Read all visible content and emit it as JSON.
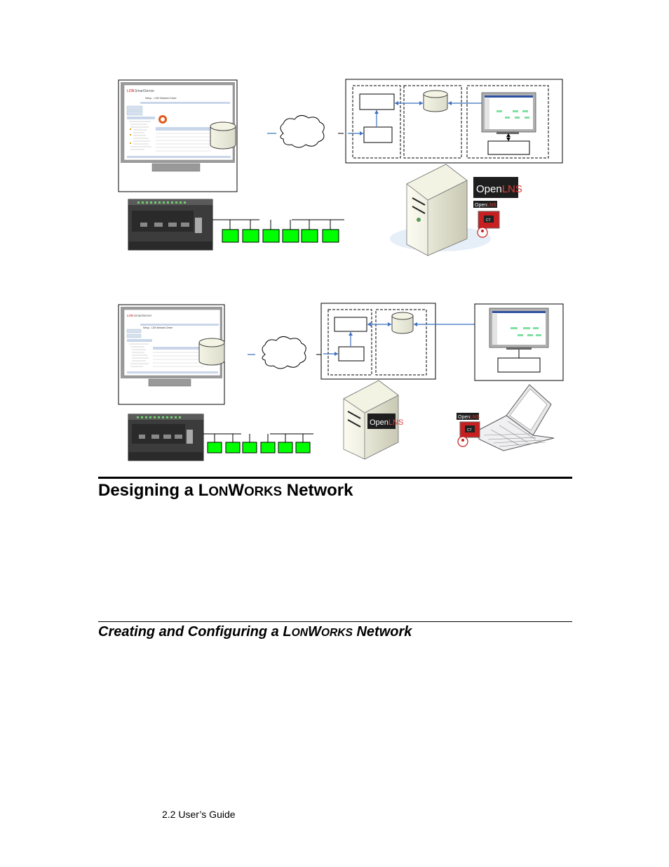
{
  "diagram_top": {
    "openlns_logo": {
      "open": "Open",
      "lns": "LNS"
    },
    "openlns_small": {
      "open": "Open",
      "lns": "LNS"
    },
    "ct_label": "CT",
    "screen_title": "Setup - LON Network Driver"
  },
  "diagram_bottom": {
    "openlns_logo": {
      "open": "Open",
      "lns": "LNS"
    },
    "openlns_small": {
      "open": "Open",
      "lns": "LNS"
    },
    "ct_label": "CT",
    "screen_title": "Setup - LON Network Driver"
  },
  "section": {
    "heading_parts": [
      "Designing a ",
      "L",
      "ON",
      "W",
      "ORKS",
      " Network"
    ]
  },
  "subsection": {
    "heading_parts": [
      "Creating and Configuring a ",
      "L",
      "ON",
      "W",
      "ORKS",
      " Network"
    ]
  },
  "footer": {
    "text": "2.2 User’s Guide"
  },
  "colors": {
    "device_green": "#00ff00",
    "openlns_red": "#e0403a",
    "arrow_blue": "#3a6fbf"
  }
}
